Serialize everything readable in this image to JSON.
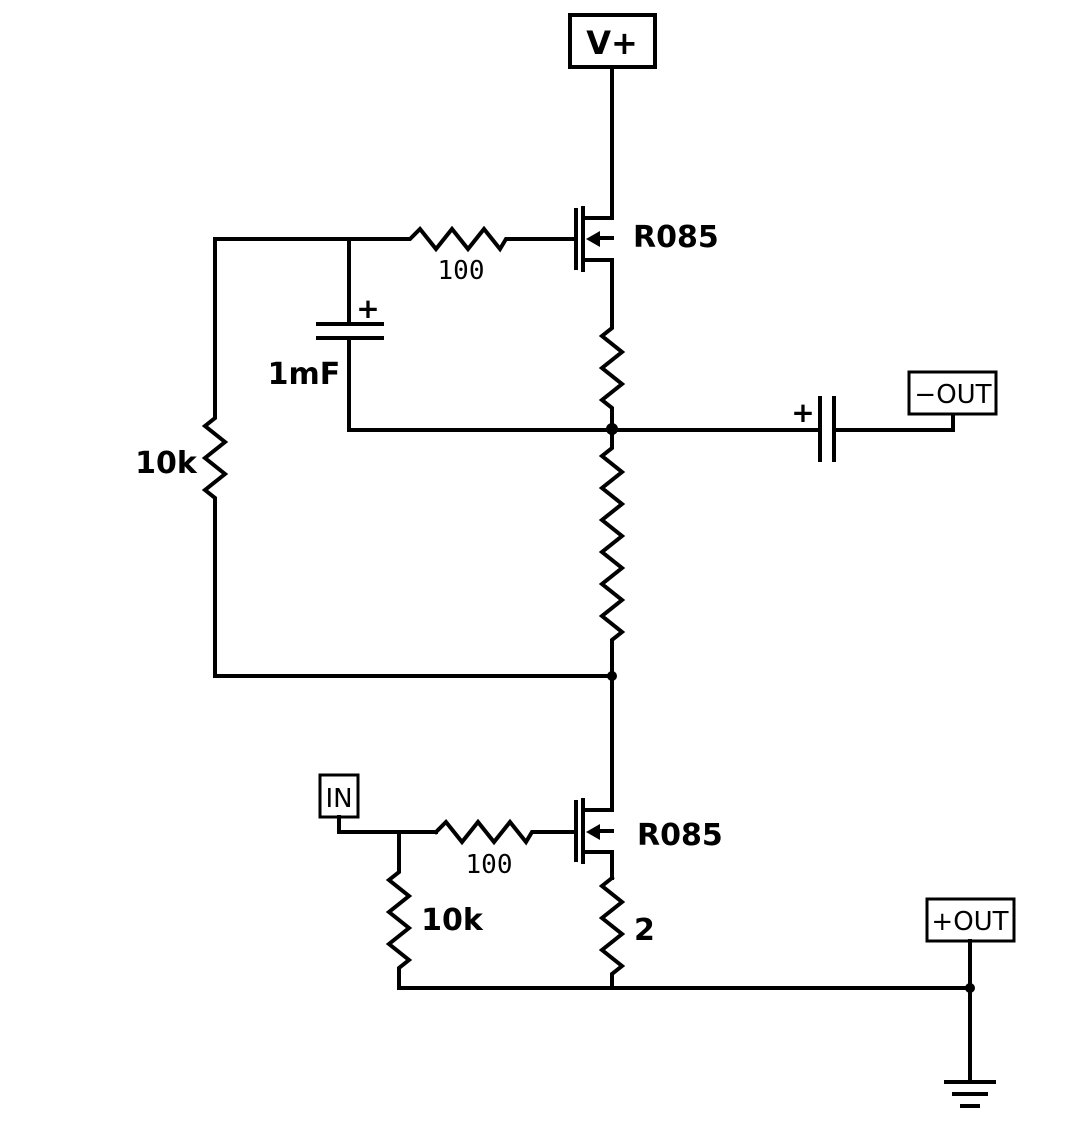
{
  "power": {
    "vplus": "V+"
  },
  "ports": {
    "input": "IN",
    "out_minus": "−OUT",
    "out_plus": "+OUT"
  },
  "transistors": {
    "upper": "R085",
    "lower": "R085"
  },
  "resistors": {
    "upper_gate": "100",
    "upper_feedback": "10k",
    "lower_gate": "100",
    "lower_gate_pulldown": "10k",
    "lower_source": "2"
  },
  "capacitors": {
    "bootstrap": "1mF",
    "bootstrap_polarity": "+",
    "output_polarity": "+"
  }
}
